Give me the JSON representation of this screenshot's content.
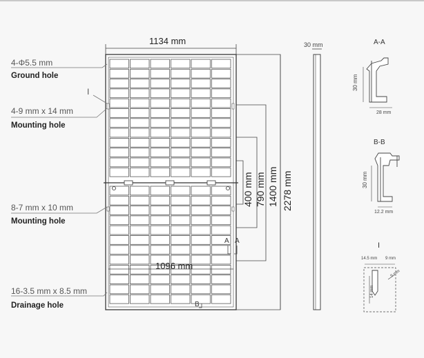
{
  "labels": {
    "ground_hole_spec": "4-Φ5.5 mm",
    "ground_hole_name": "Ground hole",
    "mounting_hole1_spec": "4-9 mm x 14 mm",
    "mounting_hole1_name": "Mounting hole",
    "mounting_hole2_spec": "8-7 mm x 10 mm",
    "mounting_hole2_name": "Mounting hole",
    "drainage_hole_spec": "16-3.5 mm x 8.5 mm",
    "drainage_hole_name": "Drainage hole",
    "detail_marker": "I"
  },
  "dimensions": {
    "width": "1134 mm",
    "inner_width": "1096 mm",
    "height_400": "400 mm",
    "height_790": "790 mm",
    "height_1400": "1400 mm",
    "height_2278": "2278 mm",
    "frame_thickness": "30 mm"
  },
  "section_markers": {
    "a": "A",
    "b": "B"
  },
  "section_aa": {
    "title": "A-A",
    "height": "30 mm",
    "width": "28 mm"
  },
  "section_bb": {
    "title": "B-B",
    "height": "30 mm",
    "width": "12.2 mm"
  },
  "detail_i": {
    "title": "I",
    "dim_left": "14.5 mm",
    "dim_right": "9 mm",
    "dim_vertical": "14 mm",
    "dim_slot": "9 mm"
  }
}
